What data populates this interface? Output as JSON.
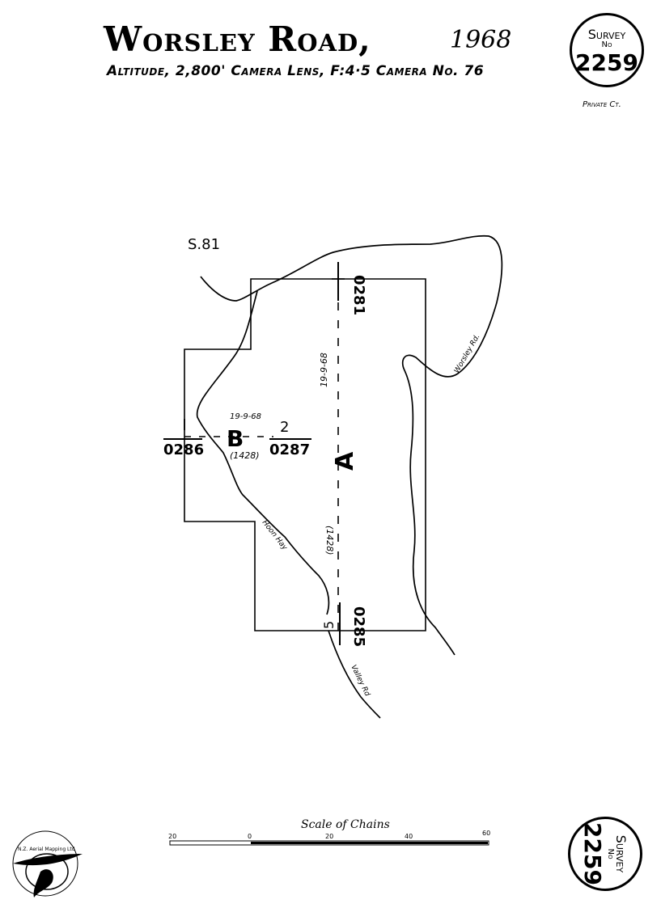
{
  "header": {
    "title": "Worsley Road,",
    "year": "1968",
    "subtitle": "Altitude, 2,800' Camera Lens, F:4·5 Camera No. 76",
    "private_note": "Private Ct."
  },
  "badge": {
    "line1": "Survey",
    "line2": "No",
    "number": "2259"
  },
  "map": {
    "survey_ref": "S.81",
    "runs": {
      "a_letter": "A",
      "b_letter": "B",
      "a_date": "19-9-68",
      "b_date": "19-9-68",
      "a_film": "(1428)",
      "b_film": "(1428)"
    },
    "photos": {
      "p0281": "0281",
      "p0286": "0286",
      "p0287": "0287",
      "p0285": "0285",
      "run_2": "2",
      "run_5": "5"
    },
    "roads": {
      "worsley": "Worsley Rd.",
      "hoon_hay": "Hoon Hay",
      "valley": "Valley Rd"
    }
  },
  "scale": {
    "title": "Scale of Chains",
    "ticks": [
      "20",
      "0",
      "20",
      "40",
      "60"
    ]
  },
  "logo": {
    "text": "N.Z. Aerial Mapping Ltd"
  }
}
